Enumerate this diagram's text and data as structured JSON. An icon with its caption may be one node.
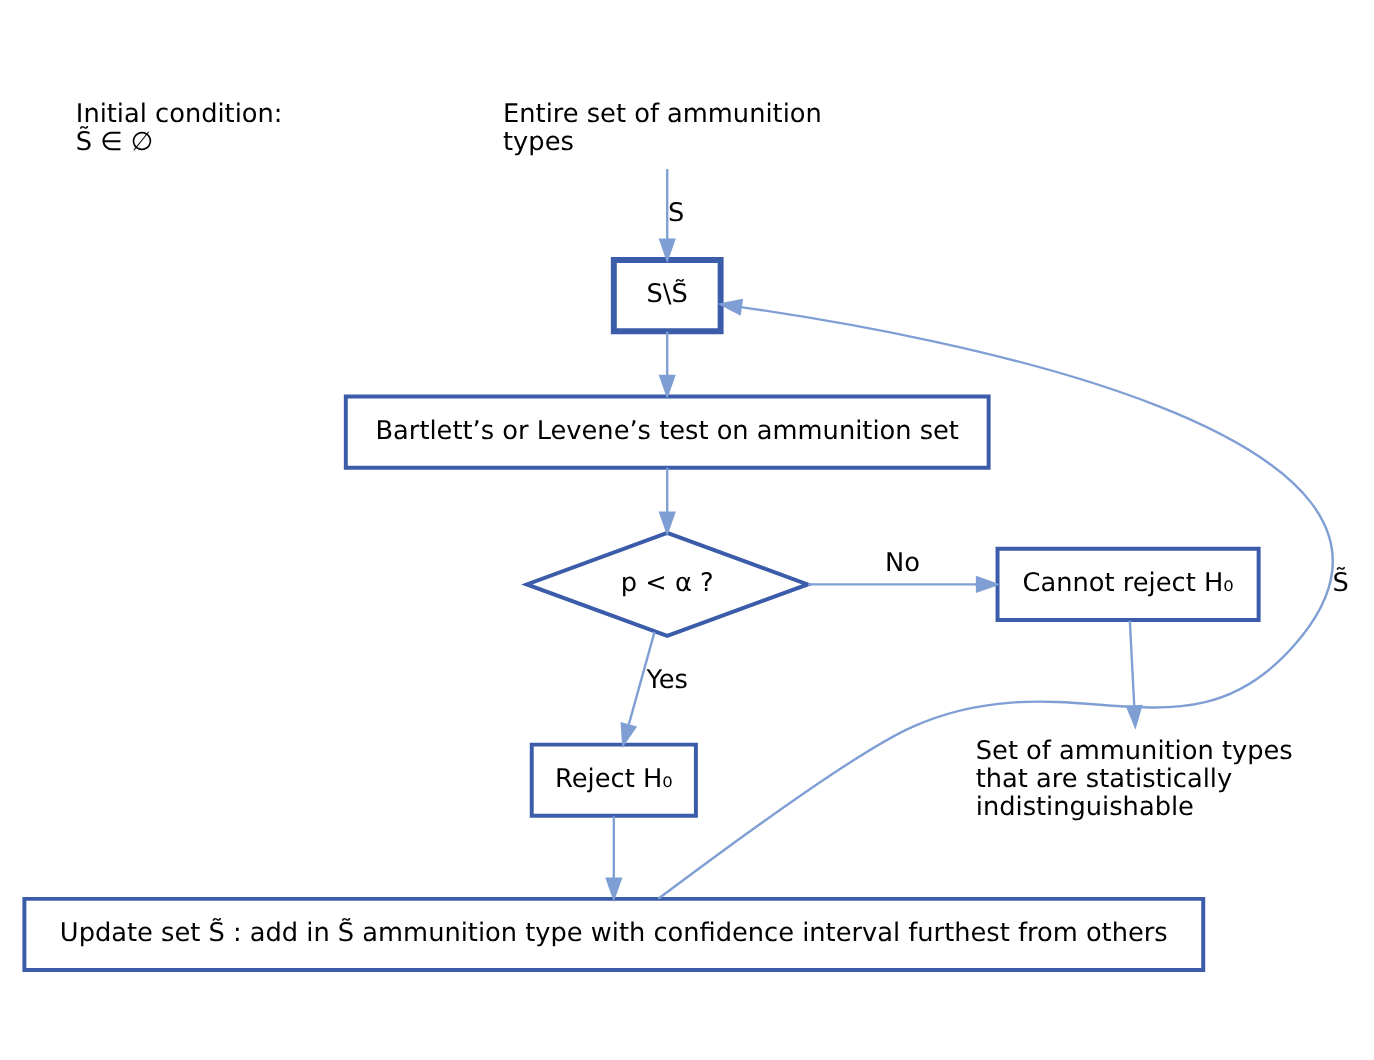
{
  "diagram": {
    "nodes": [
      {
        "text": [
          "Entire set of ammunition types"
        ]
      },
      {
        "text": [
          "S\\S̃"
        ]
      },
      {
        "text": [
          "Bartlett’s or Levene’s test on ammunition set"
        ]
      },
      {
        "text": [
          "p < α ?"
        ]
      },
      {
        "text": [
          "Cannot reject H₀"
        ]
      },
      {
        "text": [
          "Set of ammunition types that are statistically indistinguishable"
        ]
      },
      {
        "text": [
          "Reject H₀"
        ]
      },
      {
        "text": [
          "Update set S̃ : add in S̃ ammunition type with confidence interval furthest from others"
        ]
      }
    ],
    "edges": [
      {
        "from": 0,
        "to": 1,
        "arrow": "to",
        "label": "S"
      },
      {
        "from": 1,
        "to": 2,
        "arrow": "to"
      },
      {
        "from": 2,
        "to": 3,
        "arrow": "to"
      },
      {
        "from": 3,
        "to": 4,
        "arrow": "to",
        "label": "No"
      },
      {
        "from": 4,
        "to": 5,
        "arrow": "to"
      },
      {
        "from": 3,
        "to": 6,
        "arrow": "to",
        "label": "Yes"
      },
      {
        "from": 6,
        "to": 7,
        "arrow": "to"
      },
      {
        "from": 7,
        "to": 1,
        "arrow": "to",
        "label": "S̃"
      }
    ],
    "labels": [
      "Initial condition:",
      "S̃ ∈ ∅"
    ]
  }
}
